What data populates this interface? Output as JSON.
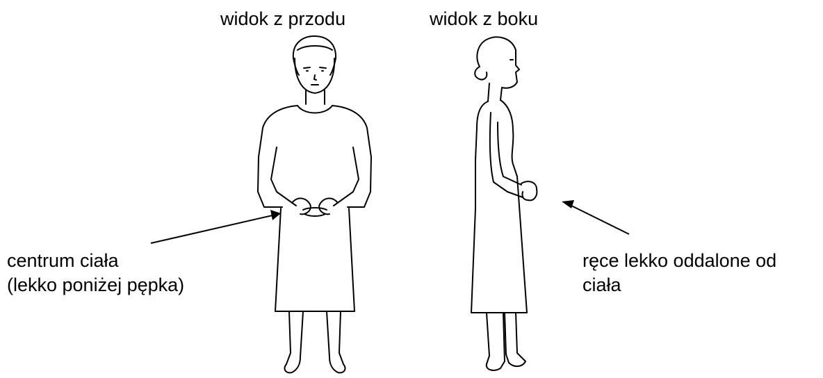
{
  "heading_front": "widok z przodu",
  "heading_side": "widok z boku",
  "label_center": [
    "centrum ciała",
    "(lekko poniżej pępka)"
  ],
  "label_hands": [
    "ręce lekko oddalone od",
    "ciała"
  ],
  "colors": {
    "line": "#000000",
    "background": "#ffffff"
  }
}
